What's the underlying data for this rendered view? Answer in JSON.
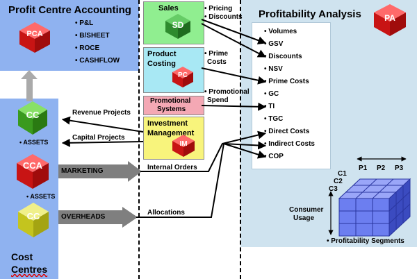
{
  "pca": {
    "title": "Profit Centre Accounting",
    "icon_label": "PCA",
    "items": [
      "• P&L",
      "• B/SHEET",
      "• ROCE",
      "• CASHFLOW"
    ]
  },
  "cost_centres": {
    "title_line1": "Cost",
    "title_line2": "Centres",
    "cube_labels": [
      "CC",
      "CCA",
      "CC"
    ],
    "assets_label_1": "• ASSETS",
    "assets_label_2": "• ASSETS"
  },
  "modules": {
    "sales": {
      "title": "Sales",
      "icon_label": "SD"
    },
    "product_costing": {
      "title_line1": "Product",
      "title_line2": "Costing",
      "icon_label": "PC"
    },
    "promotional_systems": {
      "title_line1": "Promotional",
      "title_line2": "Systems"
    },
    "investment_management": {
      "title_line1": "Investment",
      "title_line2": "Management",
      "icon_label": "IM"
    }
  },
  "flows": {
    "pricing": "• Pricing",
    "discounts": "• Discounts",
    "prime_costs_line1": "• Prime",
    "prime_costs_line2": "Costs",
    "promotional_spend_line1": "• Promotional",
    "promotional_spend_line2": "Spend",
    "revenue_projects": "Revenue Projects",
    "capital_projects": "Capital Projects",
    "internal_orders": "Internal Orders",
    "allocations": "Allocations",
    "marketing": "MARKETING",
    "overheads": "OVERHEADS"
  },
  "pa": {
    "title": "Profitability Analysis",
    "icon_label": "PA",
    "value_fields": [
      "• Volumes",
      "• GSV",
      "• Discounts",
      "• NSV",
      "• Prime Costs",
      "• GC",
      "• TI",
      "• TGC",
      "• Direct Costs",
      "• Indirect Costs",
      "• COP"
    ],
    "cube": {
      "periods": [
        "P1",
        "P2",
        "P3"
      ],
      "customers": [
        "C1",
        "C2",
        "C3"
      ],
      "axis_label_line1": "Consumer",
      "axis_label_line2": "Usage",
      "segments_label": "• Profitability Segments"
    }
  },
  "colors": {
    "panel_blue": "#8fb2f0",
    "pa_panel": "#cfe3ef",
    "sales_green": "#90ee90",
    "costing_cyan": "#a8e8f4",
    "promo_pink": "#f4a8b4",
    "investment_yellow": "#f8f47c",
    "cube_red": "#c81414",
    "cube_green": "#3a9a1e",
    "cube_yellow": "#c4c41e",
    "cube_blue": "#4d5fd8"
  }
}
